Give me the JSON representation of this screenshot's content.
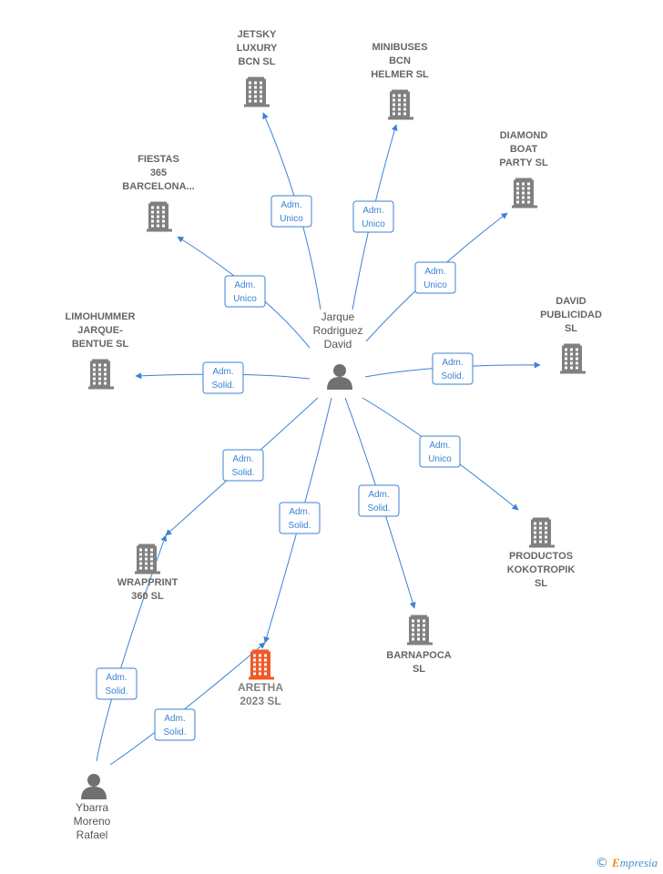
{
  "colors": {
    "edge": "#3b82d4",
    "company": "#808080",
    "focus": "#f05a28",
    "person": "#707070"
  },
  "persons": [
    {
      "id": "jarque",
      "lines": [
        "Jarque",
        "Rodriguez",
        "David"
      ]
    },
    {
      "id": "ybarra",
      "lines": [
        "Ybarra",
        "Moreno",
        "Rafael"
      ]
    }
  ],
  "companies": [
    {
      "id": "jetsky",
      "lines": [
        "JETSKY",
        "LUXURY",
        "BCN  SL"
      ],
      "focus": false
    },
    {
      "id": "minibuses",
      "lines": [
        "MINIBUSES",
        "BCN",
        "HELMER SL"
      ],
      "focus": false
    },
    {
      "id": "diamond",
      "lines": [
        "DIAMOND",
        "BOAT",
        "PARTY  SL"
      ],
      "focus": false
    },
    {
      "id": "fiestas",
      "lines": [
        "FIESTAS",
        "365",
        "BARCELONA..."
      ],
      "focus": false
    },
    {
      "id": "limohummer",
      "lines": [
        "LIMOHUMMER",
        "JARQUE-",
        "BENTUE  SL"
      ],
      "focus": false
    },
    {
      "id": "david",
      "lines": [
        "DAVID",
        "PUBLICIDAD",
        "SL"
      ],
      "focus": false
    },
    {
      "id": "wrapprint",
      "lines": [
        "WRAPPRINT",
        "360  SL"
      ],
      "focus": false
    },
    {
      "id": "aretha",
      "lines": [
        "ARETHA",
        "2023  SL"
      ],
      "focus": true
    },
    {
      "id": "barnapoca",
      "lines": [
        "BARNAPOCA",
        "SL"
      ],
      "focus": false
    },
    {
      "id": "productos",
      "lines": [
        "PRODUCTOS",
        "KOKOTROPIK",
        "SL"
      ],
      "focus": false
    }
  ],
  "relations": [
    {
      "from": "jarque",
      "to": "jetsky",
      "role": [
        "Adm.",
        "Unico"
      ]
    },
    {
      "from": "jarque",
      "to": "minibuses",
      "role": [
        "Adm.",
        "Unico"
      ]
    },
    {
      "from": "jarque",
      "to": "diamond",
      "role": [
        "Adm.",
        "Unico"
      ]
    },
    {
      "from": "jarque",
      "to": "fiestas",
      "role": [
        "Adm.",
        "Unico"
      ]
    },
    {
      "from": "jarque",
      "to": "limohummer",
      "role": [
        "Adm.",
        "Solid."
      ]
    },
    {
      "from": "jarque",
      "to": "david",
      "role": [
        "Adm.",
        "Solid."
      ]
    },
    {
      "from": "jarque",
      "to": "wrapprint",
      "role": [
        "Adm.",
        "Solid."
      ]
    },
    {
      "from": "jarque",
      "to": "aretha",
      "role": [
        "Adm.",
        "Solid."
      ]
    },
    {
      "from": "jarque",
      "to": "barnapoca",
      "role": [
        "Adm.",
        "Solid."
      ]
    },
    {
      "from": "jarque",
      "to": "productos",
      "role": [
        "Adm.",
        "Unico"
      ]
    },
    {
      "from": "ybarra",
      "to": "wrapprint",
      "role": [
        "Adm.",
        "Solid."
      ]
    },
    {
      "from": "ybarra",
      "to": "aretha",
      "role": [
        "Adm.",
        "Solid."
      ]
    }
  ],
  "footer": {
    "copyright": "©",
    "brand_initial": "E",
    "brand_rest": "mpresia"
  }
}
